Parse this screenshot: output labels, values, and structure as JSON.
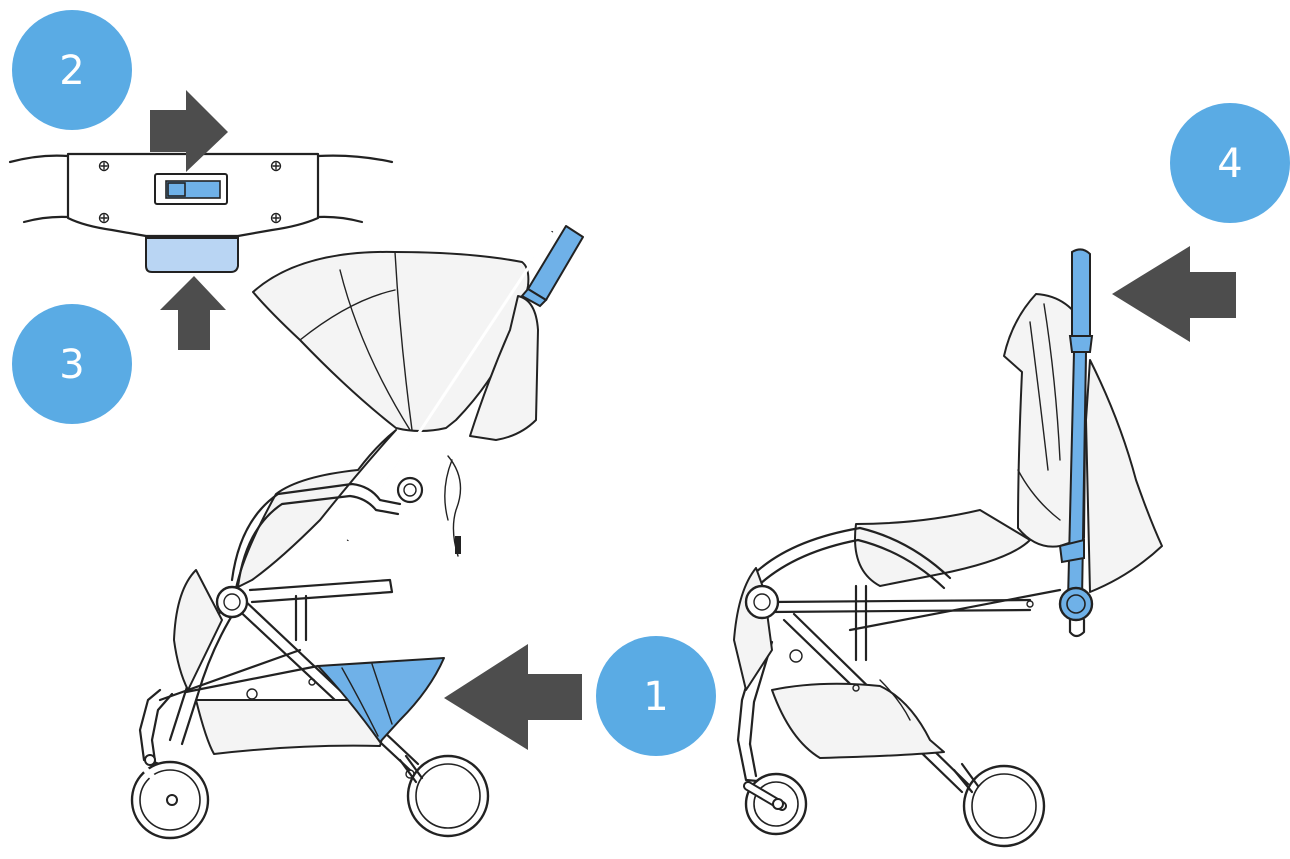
{
  "colors": {
    "badge": "#5aabe4",
    "arrow": "#4d4d4d",
    "highlight": "#6fb1e8",
    "highlight_light": "#b9d5f3",
    "line": "#222222"
  },
  "steps": [
    {
      "id": "step-1",
      "label": "1",
      "target": "storage-basket"
    },
    {
      "id": "step-2",
      "label": "2",
      "target": "handle-slide-lock"
    },
    {
      "id": "step-3",
      "label": "3",
      "target": "handle-release-button"
    },
    {
      "id": "step-4",
      "label": "4",
      "target": "folding-handle"
    }
  ],
  "arrows": [
    {
      "name": "arrow-step-1",
      "direction": "left"
    },
    {
      "name": "arrow-step-2",
      "direction": "right"
    },
    {
      "name": "arrow-step-3",
      "direction": "up"
    },
    {
      "name": "arrow-step-4",
      "direction": "left"
    }
  ]
}
